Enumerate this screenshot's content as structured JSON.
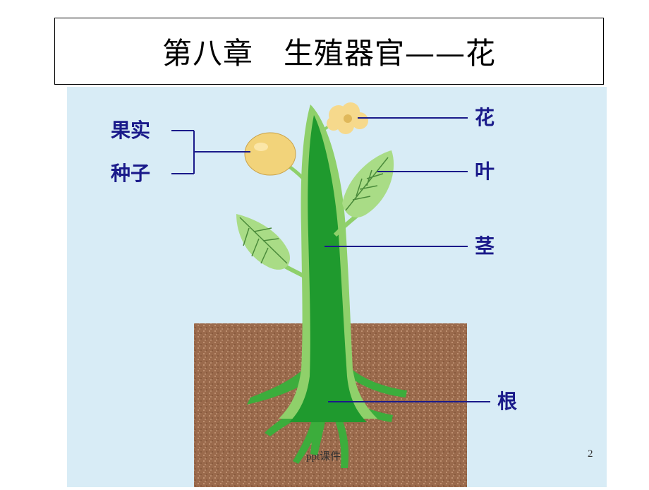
{
  "title": "第八章　生殖器官——花",
  "labels": {
    "flower": "花",
    "leaf": "叶",
    "stem": "茎",
    "root": "根",
    "fruit": "果实",
    "seed": "种子"
  },
  "footer": "ppt课件",
  "page_number": "2",
  "colors": {
    "sky": "#d8ecf6",
    "soil": "#9a6a4c",
    "stem_dark": "#1f9a2e",
    "stem_light": "#8fd06a",
    "leaf": "#a9dc86",
    "fruit": "#f2d37a",
    "flower": "#f6d98c",
    "label_text": "#1a1a8a",
    "leader_line": "#1a1a8a"
  }
}
